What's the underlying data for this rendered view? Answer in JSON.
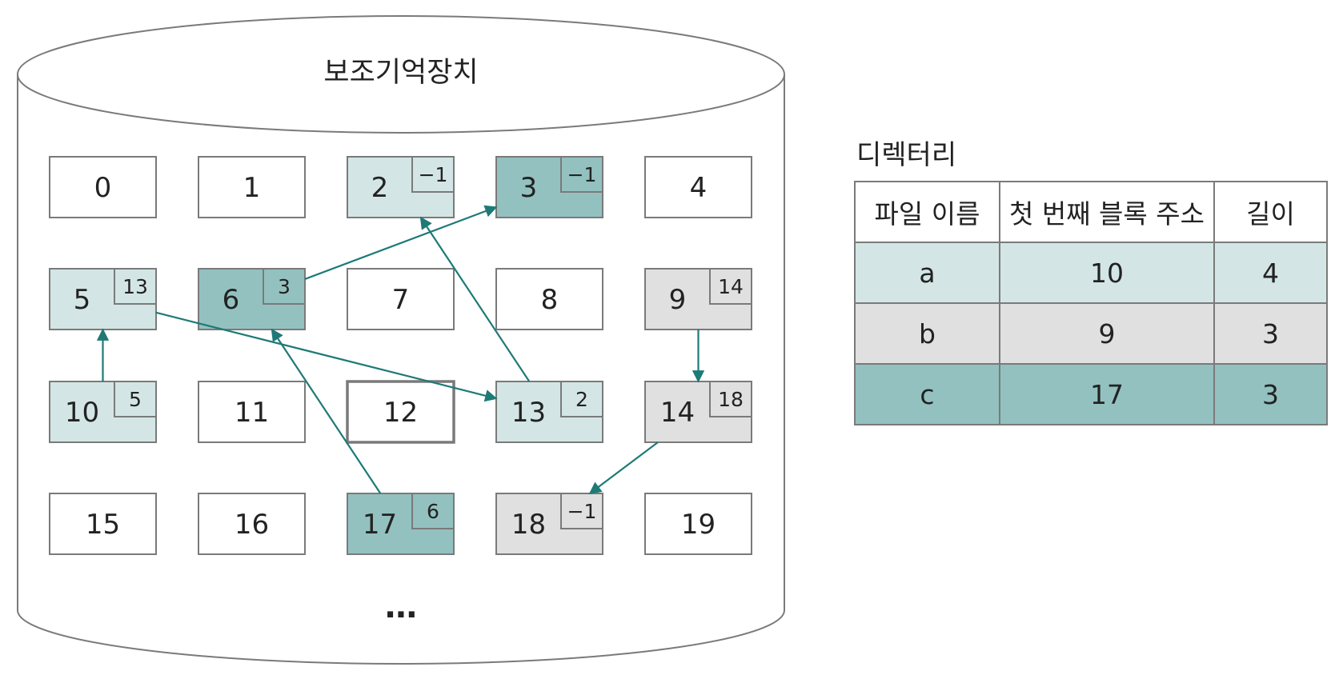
{
  "storage": {
    "title": "보조기억장치",
    "ellipsis": "⋯",
    "blocks": [
      {
        "id": 0,
        "label": "0",
        "pointer": null,
        "file": null
      },
      {
        "id": 1,
        "label": "1",
        "pointer": null,
        "file": null
      },
      {
        "id": 2,
        "label": "2",
        "pointer": "−1",
        "file": "a"
      },
      {
        "id": 3,
        "label": "3",
        "pointer": "−1",
        "file": "c"
      },
      {
        "id": 4,
        "label": "4",
        "pointer": null,
        "file": null
      },
      {
        "id": 5,
        "label": "5",
        "pointer": "13",
        "file": "a"
      },
      {
        "id": 6,
        "label": "6",
        "pointer": "3",
        "file": "c"
      },
      {
        "id": 7,
        "label": "7",
        "pointer": null,
        "file": null
      },
      {
        "id": 8,
        "label": "8",
        "pointer": null,
        "file": null
      },
      {
        "id": 9,
        "label": "9",
        "pointer": "14",
        "file": "b"
      },
      {
        "id": 10,
        "label": "10",
        "pointer": "5",
        "file": "a"
      },
      {
        "id": 11,
        "label": "11",
        "pointer": null,
        "file": null
      },
      {
        "id": 12,
        "label": "12",
        "pointer": null,
        "file": null,
        "emphasized": true
      },
      {
        "id": 13,
        "label": "13",
        "pointer": "2",
        "file": "a"
      },
      {
        "id": 14,
        "label": "14",
        "pointer": "18",
        "file": "b"
      },
      {
        "id": 15,
        "label": "15",
        "pointer": null,
        "file": null
      },
      {
        "id": 16,
        "label": "16",
        "pointer": null,
        "file": null
      },
      {
        "id": 17,
        "label": "17",
        "pointer": "6",
        "file": "c"
      },
      {
        "id": 18,
        "label": "18",
        "pointer": "−1",
        "file": "b"
      },
      {
        "id": 19,
        "label": "19",
        "pointer": null,
        "file": null
      }
    ],
    "links": [
      {
        "from": 10,
        "to": 5
      },
      {
        "from": 5,
        "to": 13
      },
      {
        "from": 13,
        "to": 2
      },
      {
        "from": 9,
        "to": 14
      },
      {
        "from": 14,
        "to": 18
      },
      {
        "from": 17,
        "to": 6
      },
      {
        "from": 6,
        "to": 3
      }
    ]
  },
  "directory": {
    "title": "디렉터리",
    "headers": [
      "파일 이름",
      "첫 번째 블록 주소",
      "길이"
    ],
    "rows": [
      {
        "file": "a",
        "first_block": "10",
        "length": "4"
      },
      {
        "file": "b",
        "first_block": "9",
        "length": "3"
      },
      {
        "file": "c",
        "first_block": "17",
        "length": "3"
      }
    ]
  },
  "colors": {
    "a": "#d3e6e5",
    "b": "#e0e0e0",
    "c": "#93c1c0",
    "empty": "#ffffff",
    "arrow": "#1e7a76",
    "border": "#7a7a7a"
  }
}
